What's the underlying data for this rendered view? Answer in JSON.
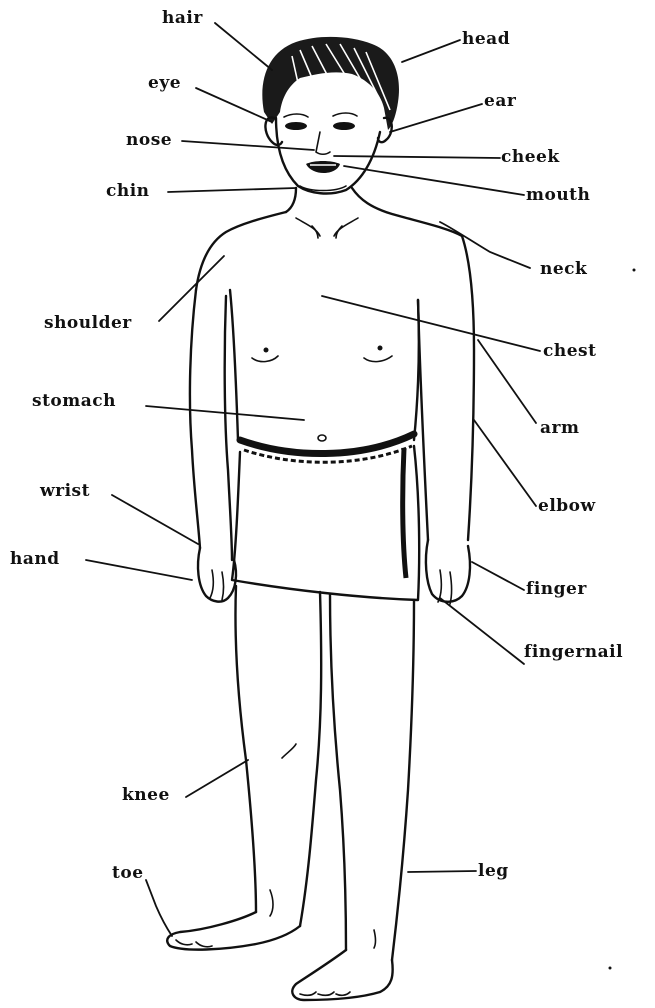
{
  "labels": {
    "hair": "hair",
    "head": "head",
    "eye": "eye",
    "ear": "ear",
    "nose": "nose",
    "cheek": "cheek",
    "chin": "chin",
    "mouth": "mouth",
    "neck": "neck",
    "shoulder": "shoulder",
    "chest": "chest",
    "stomach": "stomach",
    "arm": "arm",
    "wrist": "wrist",
    "elbow": "elbow",
    "hand": "hand",
    "finger": "finger",
    "fingernail": "fingernail",
    "knee": "knee",
    "toe": "toe",
    "leg": "leg"
  }
}
